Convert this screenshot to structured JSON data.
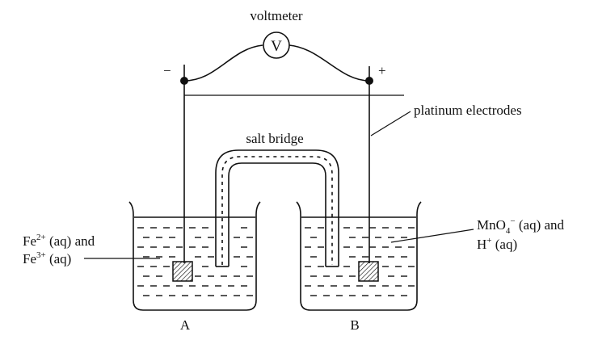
{
  "labels": {
    "voltmeter": "voltmeter",
    "voltmeter_symbol": "V",
    "negative": "−",
    "positive": "+",
    "platinum_electrodes": "platinum electrodes",
    "salt_bridge": "salt bridge",
    "beaker_a": "A",
    "beaker_b": "B"
  },
  "left_solution": {
    "line1": {
      "ion": "Fe",
      "charge": "2+",
      "rest": " (aq) and"
    },
    "line2": {
      "ion": "Fe",
      "charge": "3+",
      "rest": " (aq)"
    }
  },
  "right_solution": {
    "line1": {
      "ion": "MnO",
      "sub": "4",
      "charge": "−",
      "rest": " (aq) and"
    },
    "line2": {
      "ion": "H",
      "charge": "+",
      "rest": " (aq)"
    }
  }
}
